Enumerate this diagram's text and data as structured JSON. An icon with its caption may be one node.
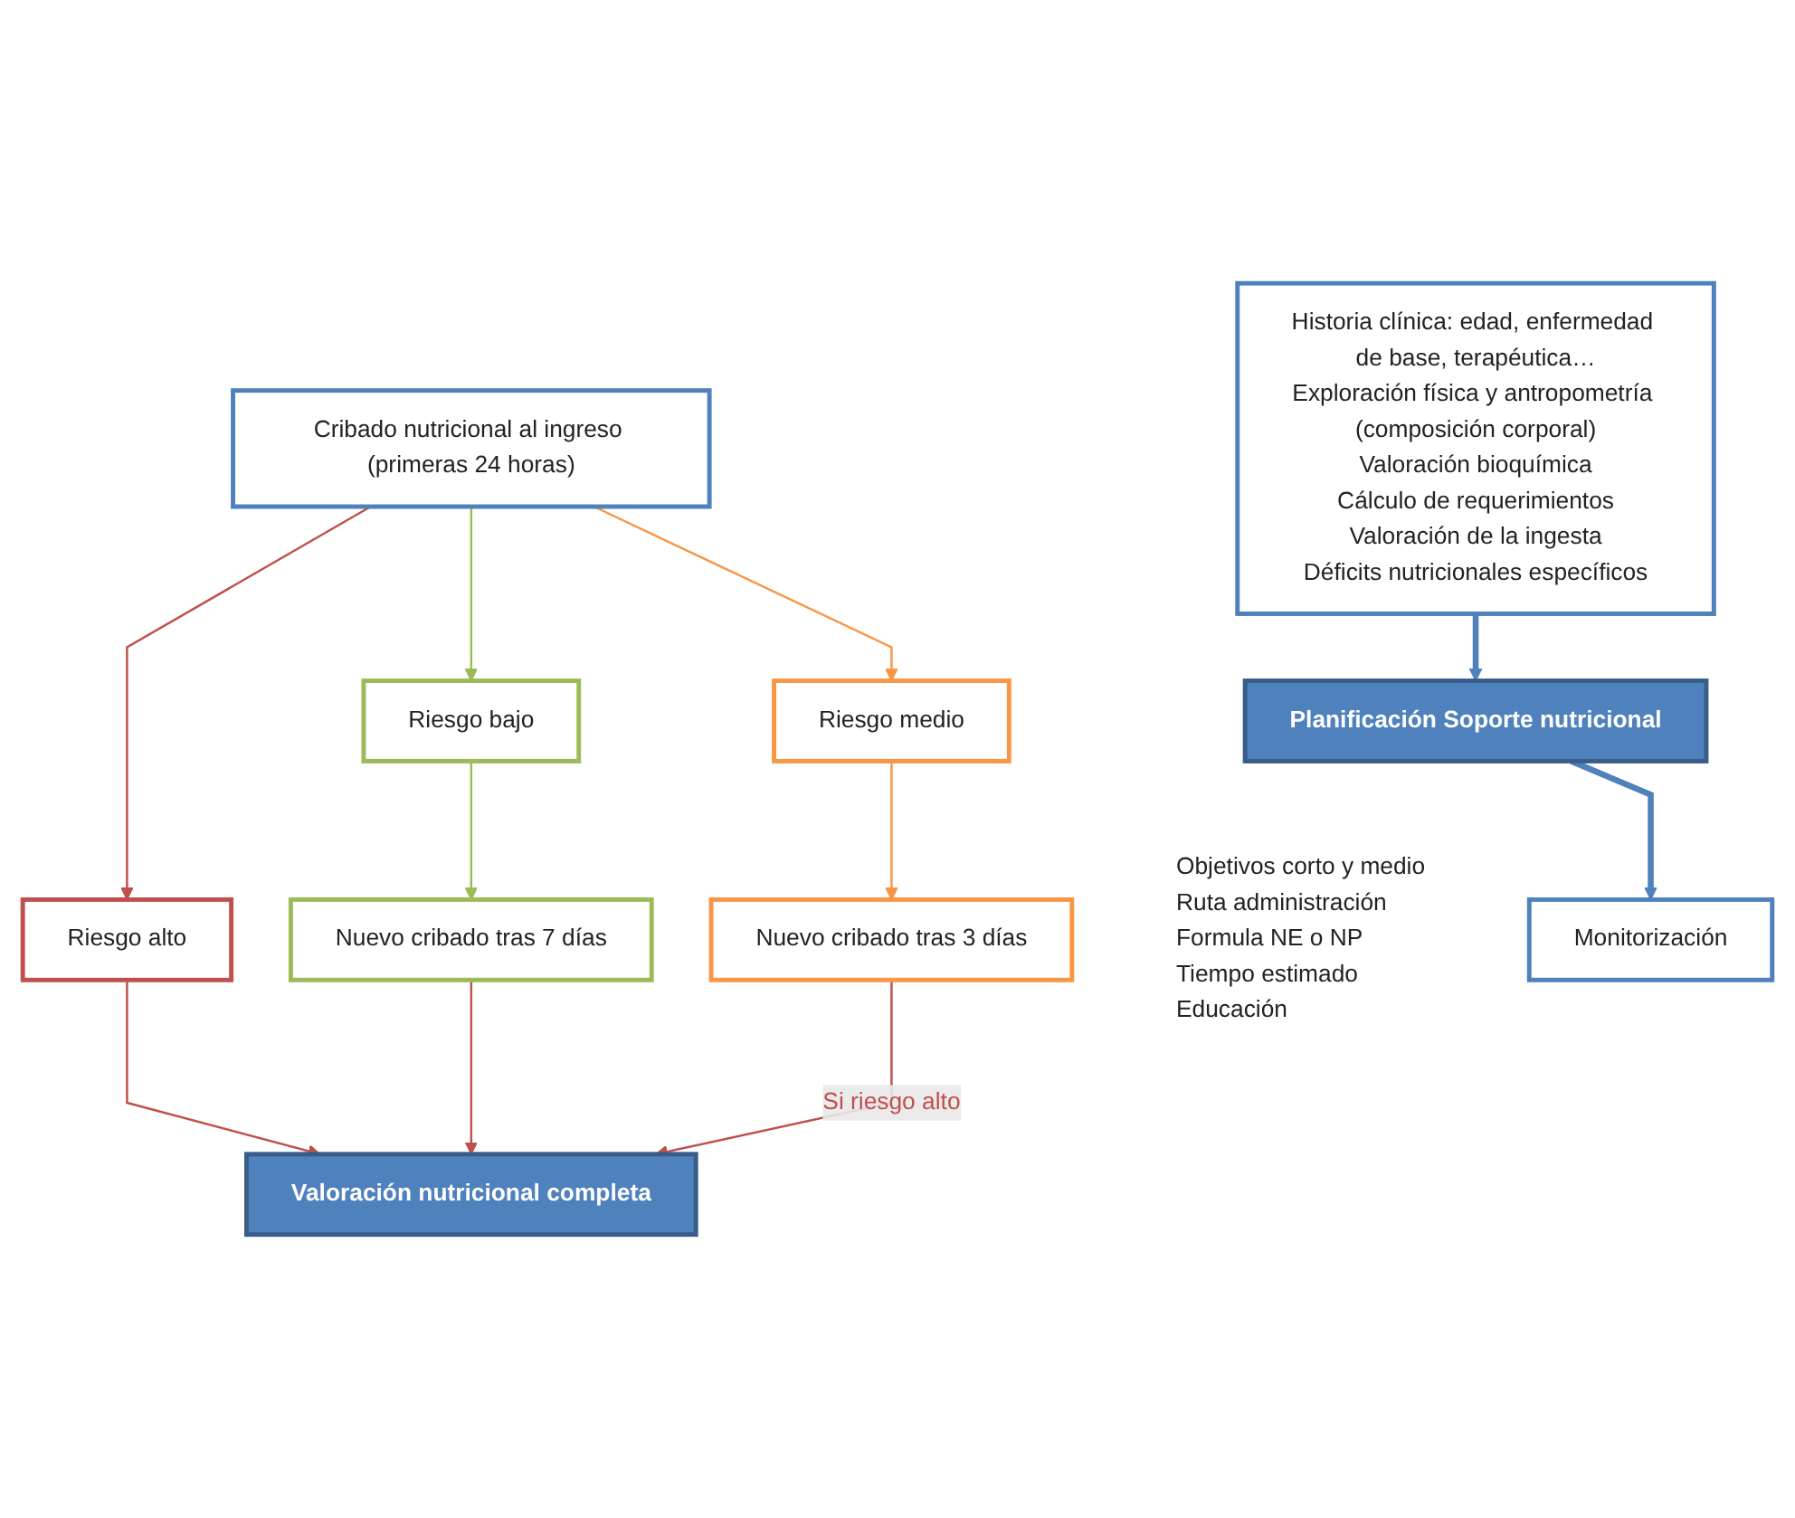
{
  "diagram": {
    "nodes": [
      {
        "text": [
          "Cribado nutricional al ingreso (primeras 24 horas)"
        ]
      },
      {
        "text": [
          "Riesgo bajo"
        ]
      },
      {
        "text": [
          "Riesgo medio"
        ]
      },
      {
        "text": [
          "Riesgo alto"
        ]
      },
      {
        "text": [
          "Nuevo cribado tras 7 días"
        ]
      },
      {
        "text": [
          "Nuevo cribado tras 3 días"
        ]
      },
      {
        "text": [
          "Valoración nutricional completa"
        ]
      },
      {
        "text": [
          "Historia clínica: edad, enfermedad de base, terapéutica…",
          "Exploración física y antropometría (composición corporal)",
          "Valoración bioquímica",
          "Cálculo de requerimientos",
          "Valoración de la ingesta",
          "Déficits nutricionales específicos"
        ]
      },
      {
        "text": [
          "Planificación Soporte nutricional"
        ],
        "beside": [
          "Objetivos corto y medio",
          "Ruta administración",
          "Formula NE o NP",
          "Tiempo estimado",
          "Educación"
        ]
      },
      {
        "text": [
          "Monitorización"
        ]
      }
    ],
    "edges": [
      {
        "from": 0,
        "to": 1,
        "arrow": "to",
        "color": "#9bbb59"
      },
      {
        "from": 0,
        "to": 2,
        "arrow": "to",
        "color": "#f79646"
      },
      {
        "from": 0,
        "to": 3,
        "arrow": "to"
      },
      {
        "from": 1,
        "to": 4,
        "arrow": "to",
        "color": "#9bbb59"
      },
      {
        "from": 2,
        "to": 5,
        "arrow": "to",
        "color": "#f79646"
      },
      {
        "from": 3,
        "to": 6,
        "arrow": "to"
      },
      {
        "from": 4,
        "to": 6,
        "arrow": "to"
      },
      {
        "from": 5,
        "to": 6,
        "arrow": "to",
        "label": "Si riesgo alto"
      },
      {
        "from": 7,
        "to": 8,
        "arrow": "to",
        "style": "thick",
        "color": "#4f81bd"
      },
      {
        "from": 8,
        "to": 9,
        "arrow": "to",
        "style": "thick",
        "color": "#4f81bd"
      }
    ]
  }
}
